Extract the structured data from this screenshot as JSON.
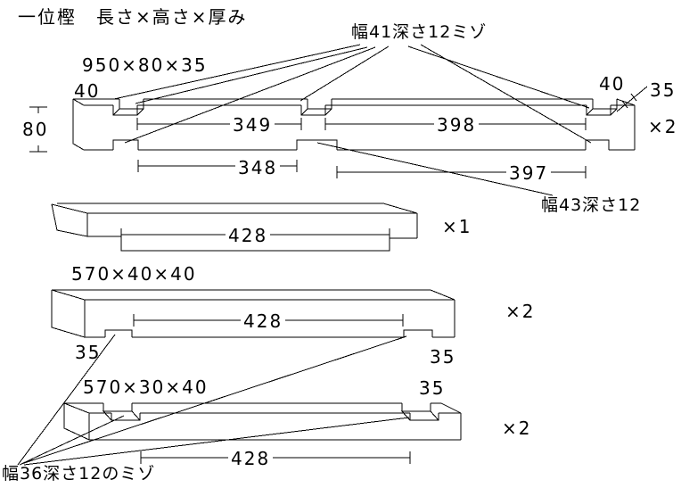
{
  "title": "一位樫　長さ×高さ×厚み",
  "pieces": {
    "beam950": {
      "size": "950×80×35",
      "qty": "×2",
      "height_dim": "80",
      "left_end_offset": "40",
      "right_end_offset": "40",
      "thickness_dim": "35",
      "top_groove_note": "幅41深さ12ミゾ",
      "bottom_groove_note": "幅43深さ12",
      "dim_top_left": "349",
      "dim_top_right": "398",
      "dim_bottom_left": "348",
      "dim_bottom_right": "397"
    },
    "board428": {
      "qty": "×1",
      "dim_tenon": "428"
    },
    "bar570x40": {
      "size": "570×40×40",
      "qty": "×2",
      "dim_span": "428",
      "left_offset": "35",
      "right_offset": "35"
    },
    "bar570x30": {
      "size": "570×30×40",
      "qty": "×2",
      "dim_span": "428",
      "right_offset": "35",
      "groove_note": "幅36深さ12のミゾ"
    }
  }
}
